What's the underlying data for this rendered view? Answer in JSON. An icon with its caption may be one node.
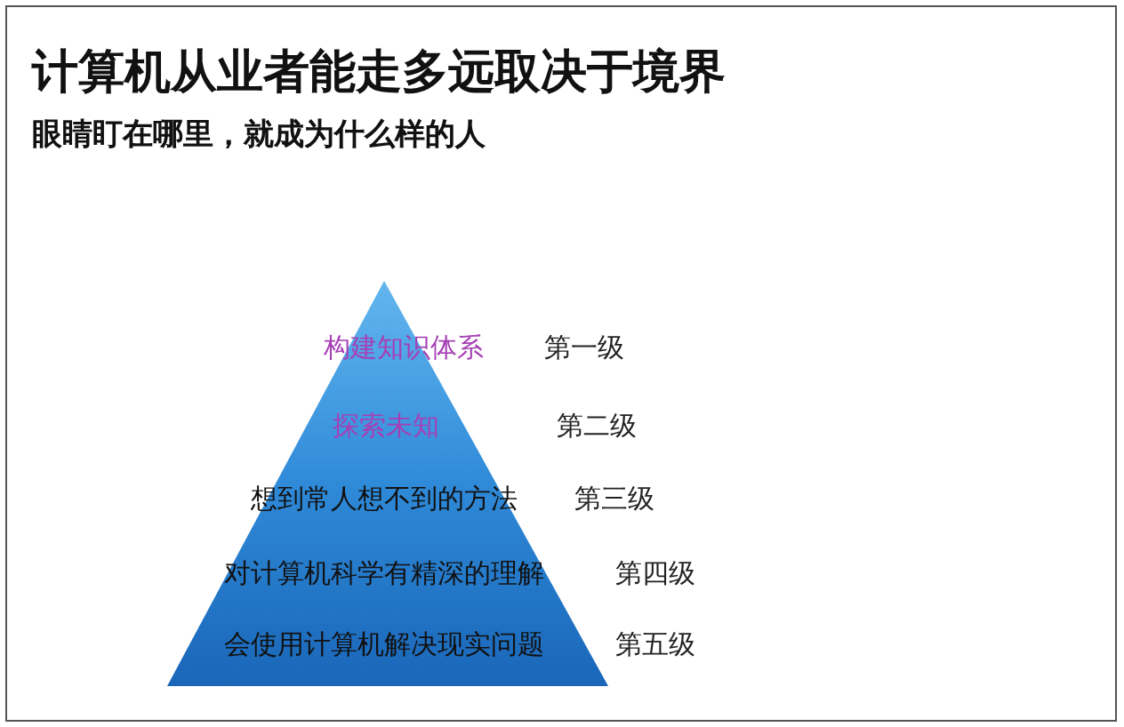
{
  "diagram": {
    "title": "计算机从业者能走多远取决于境界",
    "caption": "眼睛盯在哪里，就成为什么样的人",
    "nodes": [
      {
        "text": [],
        "shape": "triangle"
      },
      {
        "text": [
          "构建知识体系"
        ],
        "in": 0
      },
      {
        "text": [
          "探索未知"
        ],
        "in": 0
      },
      {
        "text": [
          "想到常人想不到的方法"
        ],
        "in": 0
      },
      {
        "text": [
          "对计算机科学有精深的理解"
        ],
        "in": 0
      },
      {
        "text": [
          "会使用计算机解决现实问题"
        ],
        "in": 0
      }
    ],
    "edges": [],
    "labels": [
      "第一级",
      "第二级",
      "第三级",
      "第四级",
      "第五级"
    ]
  }
}
